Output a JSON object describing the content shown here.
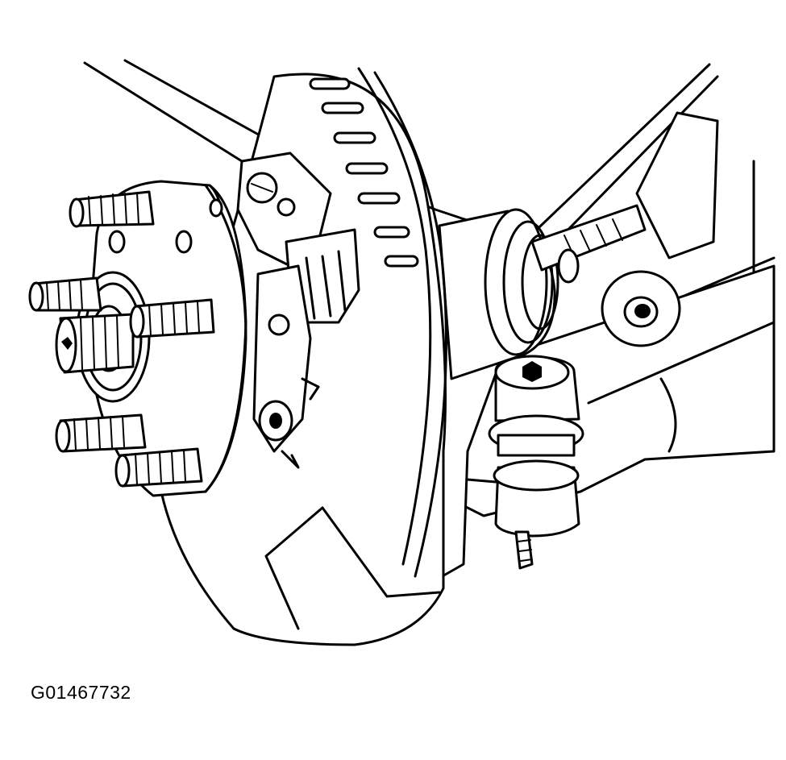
{
  "figure": {
    "id_label": "G01467732",
    "ink_color": "#000000",
    "background_color": "#ffffff",
    "subject_icons": [
      "wheel-hub",
      "wheel-studs",
      "brake-rotor",
      "splash-shield",
      "drive-axle-boot",
      "stabilizer-link",
      "control-arm"
    ]
  }
}
